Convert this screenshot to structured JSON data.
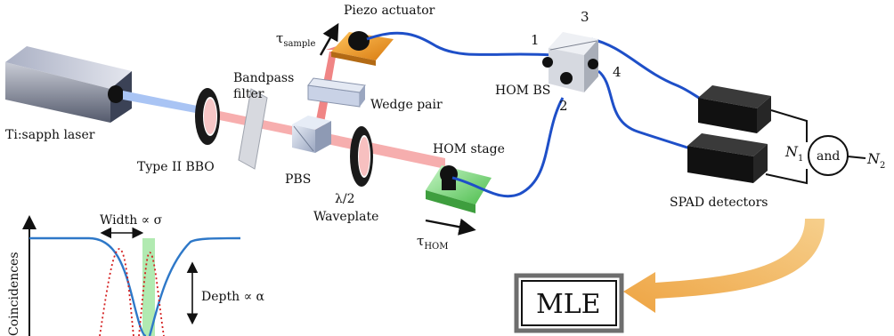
{
  "labels": {
    "laser": "Ti:sapph laser",
    "bbo": "Type II BBO",
    "bandpass_line1": "Bandpass",
    "bandpass_line2": "filter",
    "pbs": "PBS",
    "piezo": "Piezo actuator",
    "tau_sample_main": "τ",
    "tau_sample_sub": "sample",
    "wedge": "Wedge pair",
    "waveplate_line1": "λ/2",
    "waveplate_line2": "Waveplate",
    "hom_stage": "HOM stage",
    "tau_hom_main": "τ",
    "tau_hom_sub": "HOM",
    "hom_bs": "HOM BS",
    "port1": "1",
    "port2": "2",
    "port3": "3",
    "port4": "4",
    "spad": "SPAD detectors",
    "n1_main": "N",
    "n1_sub": "1",
    "n2_main": "N",
    "n2_sub": "2",
    "and_gate": "and",
    "mle": "MLE",
    "width": "Width ∝ σ",
    "depth": "Depth ∝ α",
    "coincidences": "Coincidences"
  },
  "colors": {
    "fiber": "#1e4fc8",
    "pump_beam": "#9bb8f0",
    "red_beam": "#f28a8a",
    "hom_dip": "#2e78c8",
    "dotted_curve": "#d42020",
    "highlight": "#8fe08f",
    "arrow": "#f2b35a",
    "piezo_plate": "#f0a030",
    "stage_plate": "#7edc7e"
  }
}
